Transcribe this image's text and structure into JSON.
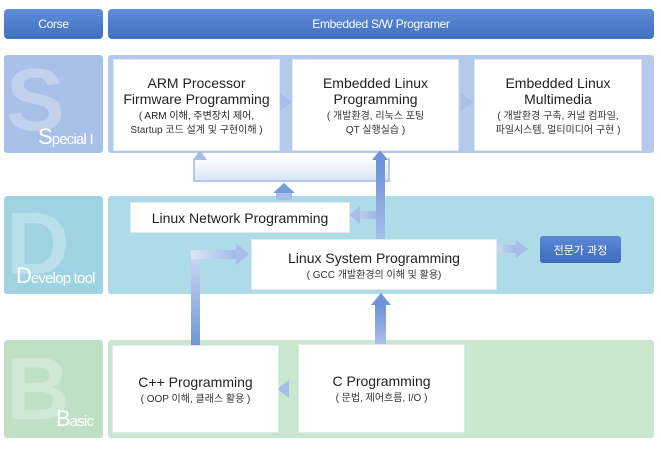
{
  "header": {
    "left": "Corse",
    "right": "Embedded S/W Programer"
  },
  "levels": {
    "special": {
      "letter": "S",
      "cap": "S",
      "rest": "pecial I"
    },
    "develop": {
      "letter": "D",
      "cap": "D",
      "rest": "evelop tool"
    },
    "basic": {
      "letter": "B",
      "cap": "B",
      "rest": "asic"
    }
  },
  "cards": {
    "arm": {
      "title1": "ARM Processor",
      "title2": "Firmware Programming",
      "sub1": "( ARM 이해, 주변장치 제어,",
      "sub2": "Startup 코드 설계 및 구현이해  )"
    },
    "linux": {
      "title1": "Embedded Linux",
      "title2": "Programming",
      "sub1": "( 개발환경, 리눅스 포팅",
      "sub2": "QT 실행실습 )"
    },
    "multimedia": {
      "title1": "Embedded Linux",
      "title2": "Multimedia",
      "sub1": "( 개발환경 구축, 커널 컴파일,",
      "sub2": "파일시스템, 멀티미디어 구현 )"
    },
    "network": {
      "title": "Linux Network Programming"
    },
    "system": {
      "title": "Linux System Programming",
      "sub": "( GCC 개발환경의 이해 및 활용)"
    },
    "cpp": {
      "title": "C++ Programming",
      "sub": "( OOP 이해, 클래스 활용 )"
    },
    "c": {
      "title": "C Programming",
      "sub": "( 문법, 제어흐름,  I/O )"
    }
  },
  "tag": {
    "expert": "전문가 과정"
  }
}
